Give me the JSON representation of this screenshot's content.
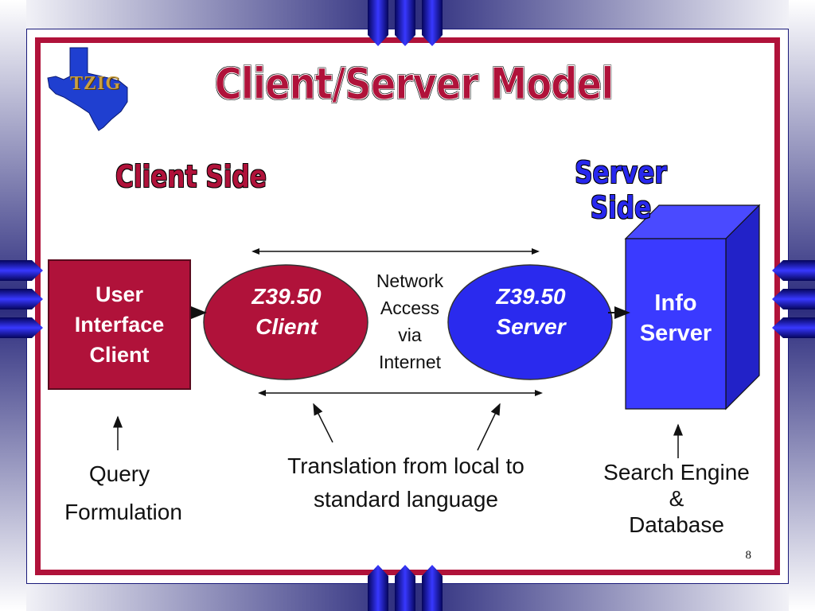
{
  "slide": {
    "title": "Client/Server Model",
    "page_number": "8",
    "logo_text": "TZIG"
  },
  "labels": {
    "client_side": "Client Side",
    "server_side": "Server Side"
  },
  "nodes": {
    "ui_client": [
      "User",
      "Interface",
      "Client"
    ],
    "z_client": [
      "Z39.50",
      "Client"
    ],
    "network": [
      "Network",
      "Access",
      "via",
      "Internet"
    ],
    "z_server": [
      "Z39.50",
      "Server"
    ],
    "info_server": [
      "Info",
      "Server"
    ]
  },
  "captions": {
    "query": "Query",
    "formulation": "Formulation",
    "translation": [
      "Translation from local to",
      "standard language"
    ],
    "search": [
      "Search Engine",
      "&",
      "Database"
    ]
  },
  "colors": {
    "crimson": "#b0123a",
    "blue": "#2828ee",
    "navy": "#1a1a7a"
  }
}
